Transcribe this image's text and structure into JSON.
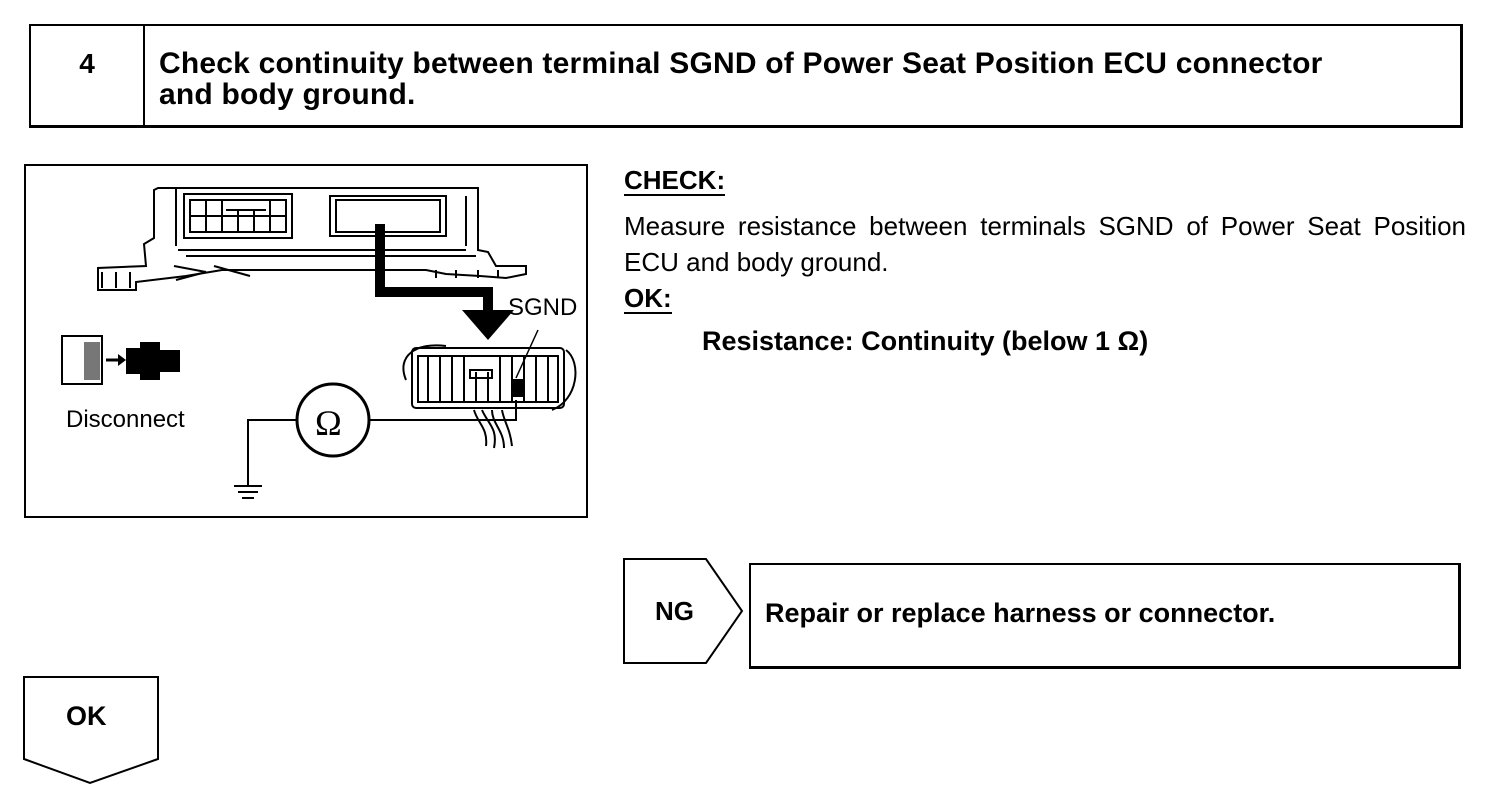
{
  "step": {
    "number": "4",
    "title_line1": "Check continuity between terminal SGND of Power Seat Position ECU connector",
    "title_line2": "and body ground."
  },
  "figure": {
    "terminal_label": "SGND",
    "disconnect_label": "Disconnect",
    "meter_symbol": "Ω"
  },
  "check": {
    "heading": "CHECK:",
    "text": "Measure resistance between terminals SGND of Power Seat Position ECU and body ground."
  },
  "ok": {
    "heading": "OK:",
    "spec": "Resistance: Continuity (below 1 Ω)"
  },
  "ng_result": {
    "label": "NG",
    "action": "Repair or replace harness or connector."
  },
  "ok_result": {
    "label": "OK"
  }
}
